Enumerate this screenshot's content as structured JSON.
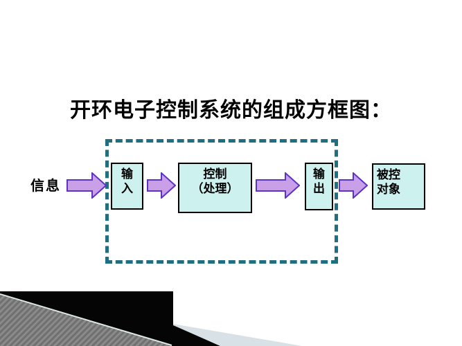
{
  "title": "开环电子控制系统的组成方框图：",
  "diagram": {
    "input_label": "信息",
    "boxes": [
      {
        "id": "input",
        "label": "输入",
        "lines": [
          "输",
          "入"
        ]
      },
      {
        "id": "control",
        "label": "控制（处理）",
        "lines": [
          "控制",
          "（处理）"
        ]
      },
      {
        "id": "output",
        "label": "输出",
        "lines": [
          "输",
          "出"
        ]
      },
      {
        "id": "plant",
        "label": "被控对象",
        "lines": [
          "被控",
          "对象"
        ]
      }
    ],
    "icons": {
      "flow_arrow": "right-arrow-icon"
    },
    "colors": {
      "dashed_frame": "#216e80",
      "box_fill": "#cdf1ef",
      "box_border": "#000000",
      "arrow_fill": "#c9a0e8",
      "arrow_stroke": "#5b33c7",
      "text": "#000000",
      "deco_black": "#050505",
      "deco_gray": "#7b7b7b",
      "deco_band": "#d8e1e6"
    }
  }
}
